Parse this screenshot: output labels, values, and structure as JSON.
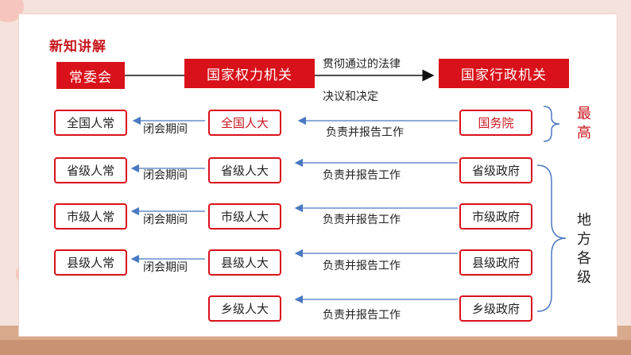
{
  "title": "新知讲解",
  "top": {
    "left": "常委会",
    "middle": "国家权力机关",
    "right": "国家行政机关",
    "arrow_top": "贯彻通过的法律",
    "arrow_bottom": "决议和决定"
  },
  "rows": [
    {
      "standing": "全国人常",
      "close": "闭会期间",
      "congress": "全国人大",
      "report": "负责并报告工作",
      "gov": "国务院"
    },
    {
      "standing": "省级人常",
      "close": "闭会期间",
      "congress": "省级人大",
      "report": "负责并报告工作",
      "gov": "省级政府"
    },
    {
      "standing": "市级人常",
      "close": "闭会期间",
      "congress": "市级人大",
      "report": "负责并报告工作",
      "gov": "市级政府"
    },
    {
      "standing": "县级人常",
      "close": "闭会期间",
      "congress": "县级人大",
      "report": "负责并报告工作",
      "gov": "县级政府"
    },
    {
      "congress": "乡级人大",
      "report": "负责并报告工作",
      "gov": "乡级政府"
    }
  ],
  "side_top": [
    "最",
    "高"
  ],
  "side_local": [
    "地",
    "方",
    "各",
    "级"
  ],
  "colors": {
    "accent": "#d9111a",
    "arrow": "#4a78c2"
  }
}
